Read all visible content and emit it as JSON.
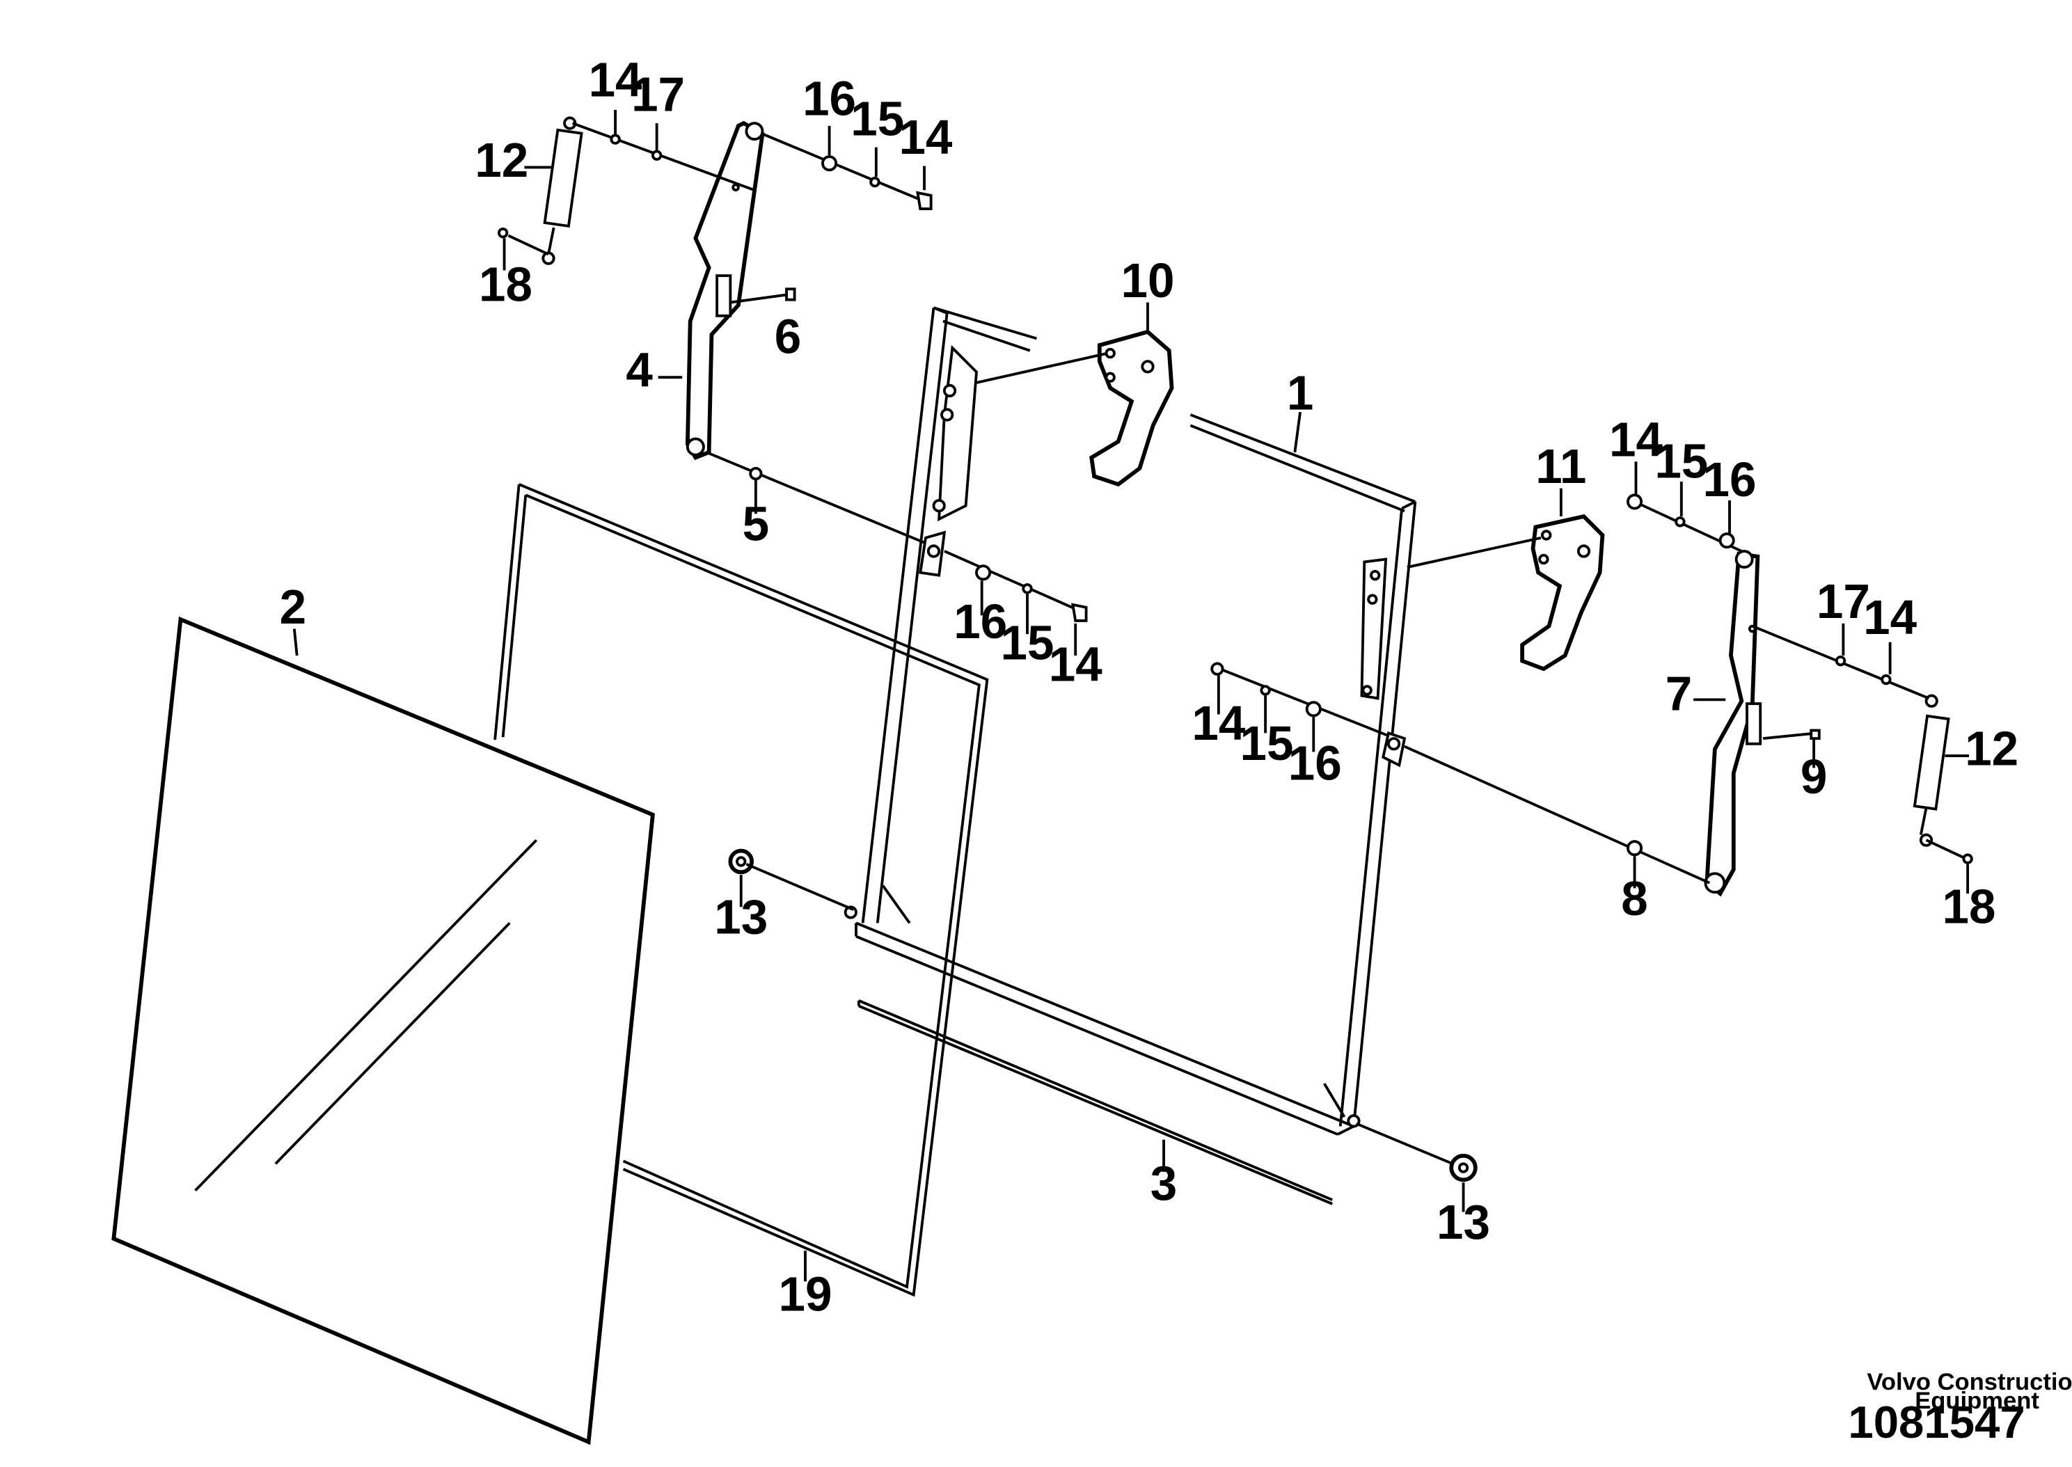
{
  "callouts": [
    {
      "id": "c-14-a",
      "label": "14"
    },
    {
      "id": "c-17-a",
      "label": "17"
    },
    {
      "id": "c-16-a",
      "label": "16"
    },
    {
      "id": "c-15-a",
      "label": "15"
    },
    {
      "id": "c-14-b",
      "label": "14"
    },
    {
      "id": "c-12-a",
      "label": "12"
    },
    {
      "id": "c-18-a",
      "label": "18"
    },
    {
      "id": "c-6",
      "label": "6"
    },
    {
      "id": "c-10",
      "label": "10"
    },
    {
      "id": "c-4",
      "label": "4"
    },
    {
      "id": "c-1",
      "label": "1"
    },
    {
      "id": "c-5",
      "label": "5"
    },
    {
      "id": "c-11",
      "label": "11"
    },
    {
      "id": "c-14-c",
      "label": "14"
    },
    {
      "id": "c-15-b",
      "label": "15"
    },
    {
      "id": "c-16-b",
      "label": "16"
    },
    {
      "id": "c-2",
      "label": "2"
    },
    {
      "id": "c-16-c",
      "label": "16"
    },
    {
      "id": "c-15-c",
      "label": "15"
    },
    {
      "id": "c-14-d",
      "label": "14"
    },
    {
      "id": "c-17-b",
      "label": "17"
    },
    {
      "id": "c-14-e",
      "label": "14"
    },
    {
      "id": "c-7",
      "label": "7"
    },
    {
      "id": "c-14-f",
      "label": "14"
    },
    {
      "id": "c-15-d",
      "label": "15"
    },
    {
      "id": "c-16-d",
      "label": "16"
    },
    {
      "id": "c-9",
      "label": "9"
    },
    {
      "id": "c-12-b",
      "label": "12"
    },
    {
      "id": "c-13-a",
      "label": "13"
    },
    {
      "id": "c-8",
      "label": "8"
    },
    {
      "id": "c-18-b",
      "label": "18"
    },
    {
      "id": "c-3",
      "label": "3"
    },
    {
      "id": "c-13-b",
      "label": "13"
    },
    {
      "id": "c-19",
      "label": "19"
    }
  ],
  "footer": {
    "brand_line1": "Volvo Construction",
    "brand_line2": "Equipment",
    "doc_number": "1081547"
  }
}
